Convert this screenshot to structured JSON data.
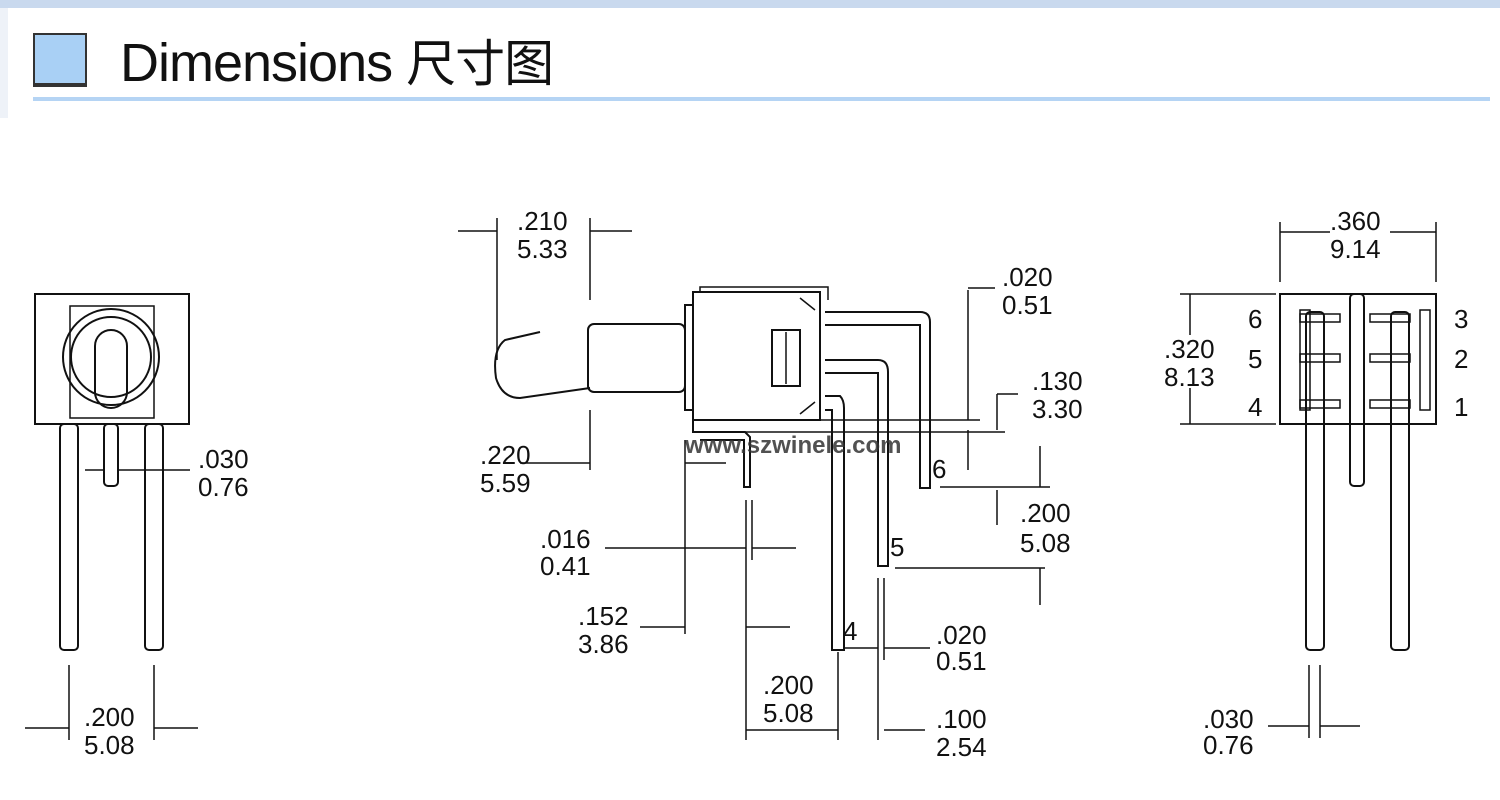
{
  "header": {
    "title": "Dimensions",
    "title_cn": "尺寸图",
    "accent_color": "#a9d0f5"
  },
  "front_view": {
    "pin_width": {
      "inch": ".030",
      "mm": "0.76"
    },
    "pin_pitch": {
      "inch": ".200",
      "mm": "5.08"
    }
  },
  "side_view": {
    "toggle_offset": {
      "inch": ".210",
      "mm": "5.33"
    },
    "bushing_length": {
      "inch": ".220",
      "mm": "5.59"
    },
    "pin_thickness": {
      "inch": ".016",
      "mm": "0.41"
    },
    "front_to_pin": {
      "inch": ".152",
      "mm": "3.86"
    },
    "pin_spacing_a": {
      "inch": ".200",
      "mm": "5.08"
    },
    "pin_spacing_b": {
      "inch": ".100",
      "mm": "2.54"
    },
    "pin_width_bottom": {
      "inch": ".020",
      "mm": "0.51"
    },
    "pin_width_top": {
      "inch": ".020",
      "mm": "0.51"
    },
    "standoff": {
      "inch": ".130",
      "mm": "3.30"
    },
    "pin_step": {
      "inch": ".200",
      "mm": "5.08"
    },
    "pins": [
      "6",
      "5",
      "4"
    ],
    "watermark": "www.szwinele.com"
  },
  "rear_view": {
    "width": {
      "inch": ".360",
      "mm": "9.14"
    },
    "height": {
      "inch": ".320",
      "mm": "8.13"
    },
    "pin_width": {
      "inch": ".030",
      "mm": "0.76"
    },
    "pins_left": [
      "6",
      "5",
      "4"
    ],
    "pins_right": [
      "3",
      "2",
      "1"
    ]
  }
}
